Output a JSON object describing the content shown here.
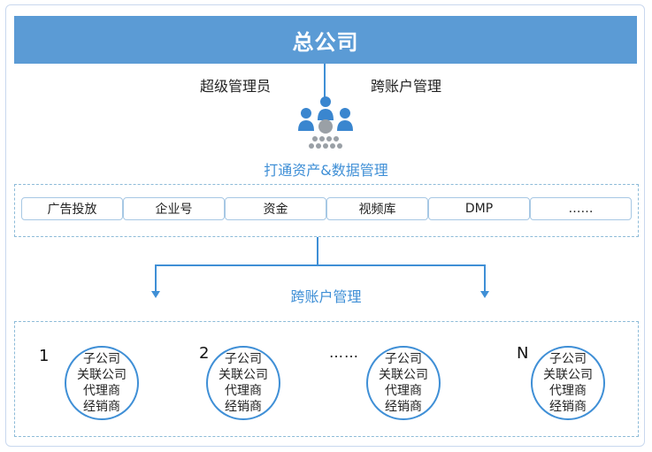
{
  "header": {
    "title": "总公司"
  },
  "labels": {
    "left": "超级管理员",
    "right": "跨账户管理",
    "middle": "打通资产&数据管理",
    "lower": "跨账户管理"
  },
  "modules": [
    "广告投放",
    "企业号",
    "资金",
    "视频库",
    "DMP",
    "……"
  ],
  "entities": [
    {
      "index": "1",
      "lines": [
        "子公司",
        "关联公司",
        "代理商",
        "经销商"
      ]
    },
    {
      "index": "2",
      "lines": [
        "子公司",
        "关联公司",
        "代理商",
        "经销商"
      ]
    },
    {
      "index": "……",
      "lines": [
        "子公司",
        "关联公司",
        "代理商",
        "经销商"
      ]
    },
    {
      "index": "N",
      "lines": [
        "子公司",
        "关联公司",
        "代理商",
        "经销商"
      ]
    }
  ],
  "colors": {
    "header": "#5b9bd5",
    "accent": "#3f8fd6",
    "people_dark": "#3a86cf",
    "people_gray": "#9aa0a6"
  },
  "icons": {
    "center": "people-group-icon"
  }
}
